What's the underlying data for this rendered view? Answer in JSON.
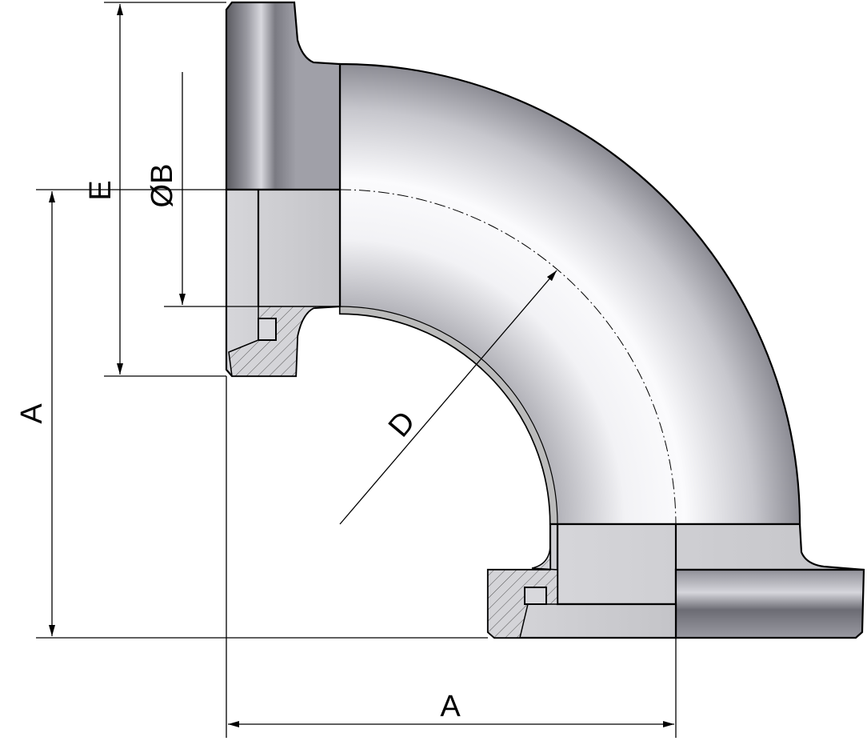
{
  "drawing": {
    "labels": {
      "E": "E",
      "B": "ØB",
      "A_vertical": "A",
      "A_horizontal": "A",
      "D": "D"
    },
    "colors": {
      "metal_light": "#f4f4f6",
      "metal_dark": "#6e6e74",
      "line": "#000000"
    }
  }
}
